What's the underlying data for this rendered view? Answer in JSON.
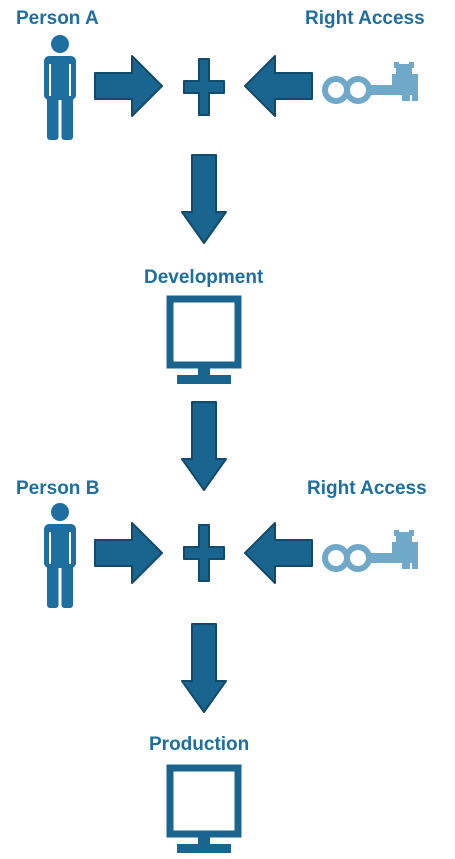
{
  "diagram": {
    "top": {
      "person_label": "Person A",
      "access_label": "Right Access",
      "person_icon": "person-icon",
      "key_icon": "key-icon"
    },
    "development": {
      "label": "Development",
      "icon": "monitor-icon"
    },
    "bottom": {
      "person_label": "Person B",
      "access_label": "Right Access",
      "person_icon": "person-icon",
      "key_icon": "key-icon"
    },
    "production": {
      "label": "Production",
      "icon": "monitor-icon"
    },
    "colors": {
      "primary": "#1e6f9f",
      "shape_fill": "#1a6590",
      "shape_stroke": "#124a6a",
      "key": "#6fa8c8"
    }
  }
}
